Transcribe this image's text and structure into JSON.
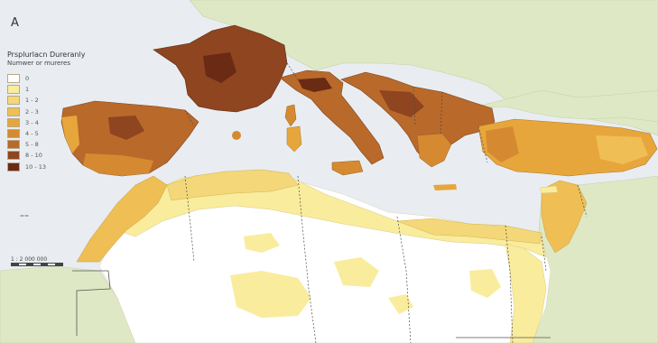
{
  "map": {
    "colors": {
      "sea": "#e9edf1",
      "land_other": "#dfe8c4",
      "border": "#9aa88a",
      "class_0": "#ffffff",
      "class_1": "#f9ec9d",
      "class_2": "#f4d778",
      "class_3": "#efbf55",
      "class_4": "#e7a63b",
      "class_5": "#d58a31",
      "class_6": "#b9692a",
      "class_7": "#8e4520",
      "class_8": "#6a2a14"
    }
  },
  "legend": {
    "title": "Prsplurlacn Dureranly",
    "subtitle": "Numwer or mureres",
    "classes": [
      {
        "label": "0",
        "color": "#ffffff"
      },
      {
        "label": "1",
        "color": "#f9ec9d"
      },
      {
        "label": "1 - 2",
        "color": "#f4d778"
      },
      {
        "label": "2 - 3",
        "color": "#efbf55"
      },
      {
        "label": "3 - 4",
        "color": "#e7a63b"
      },
      {
        "label": "4 - 5",
        "color": "#d58a31"
      },
      {
        "label": "5 - 8",
        "color": "#b9692a"
      },
      {
        "label": "8 - 10",
        "color": "#8e4520"
      },
      {
        "label": "10 - 13",
        "color": "#6a2a14"
      }
    ]
  },
  "north_arrow": {
    "glyph": "A",
    "icon": "north-arrow-icon"
  },
  "scale": {
    "label": "1 : 2 000 000"
  },
  "tiny_mark": "=="
}
